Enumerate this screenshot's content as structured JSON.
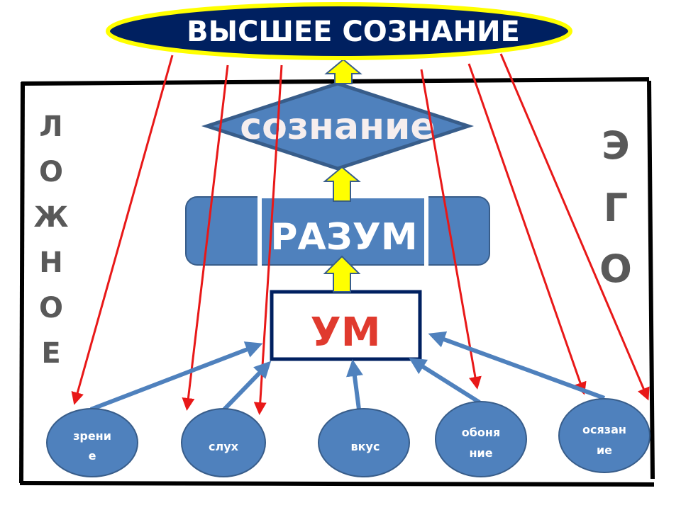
{
  "diagram": {
    "higher_consciousness": {
      "label": "ВЫСШЕЕ СОЗНАНИЕ"
    },
    "consciousness": {
      "label": "сознание"
    },
    "reason": {
      "label": "РАЗУМ"
    },
    "mind": {
      "label": "УМ"
    },
    "left_label": {
      "text": "ЛОЖНОЕ",
      "letters": [
        "Л",
        "О",
        "Ж",
        "Н",
        "О",
        "Е"
      ]
    },
    "right_label": {
      "text": "ЭГО",
      "letters": [
        "Э",
        "Г",
        "О"
      ]
    },
    "senses": [
      {
        "lines": [
          "зрени",
          "е"
        ]
      },
      {
        "lines": [
          "слух"
        ]
      },
      {
        "lines": [
          "вкус"
        ]
      },
      {
        "lines": [
          "обоня",
          "ние"
        ]
      },
      {
        "lines": [
          "осязан",
          "ие"
        ]
      }
    ]
  },
  "colors": {
    "top_ellipse_fill": "#002060",
    "top_ellipse_border": "#ffff00",
    "shape_fill": "#4f81bd",
    "shape_border": "#385d8a",
    "mind_border": "#002060",
    "mind_text": "#e03a2e",
    "up_arrow_fill": "#ffff00",
    "red_arrow": "#e81818",
    "frame": "#000000",
    "side_text": "#595959"
  }
}
